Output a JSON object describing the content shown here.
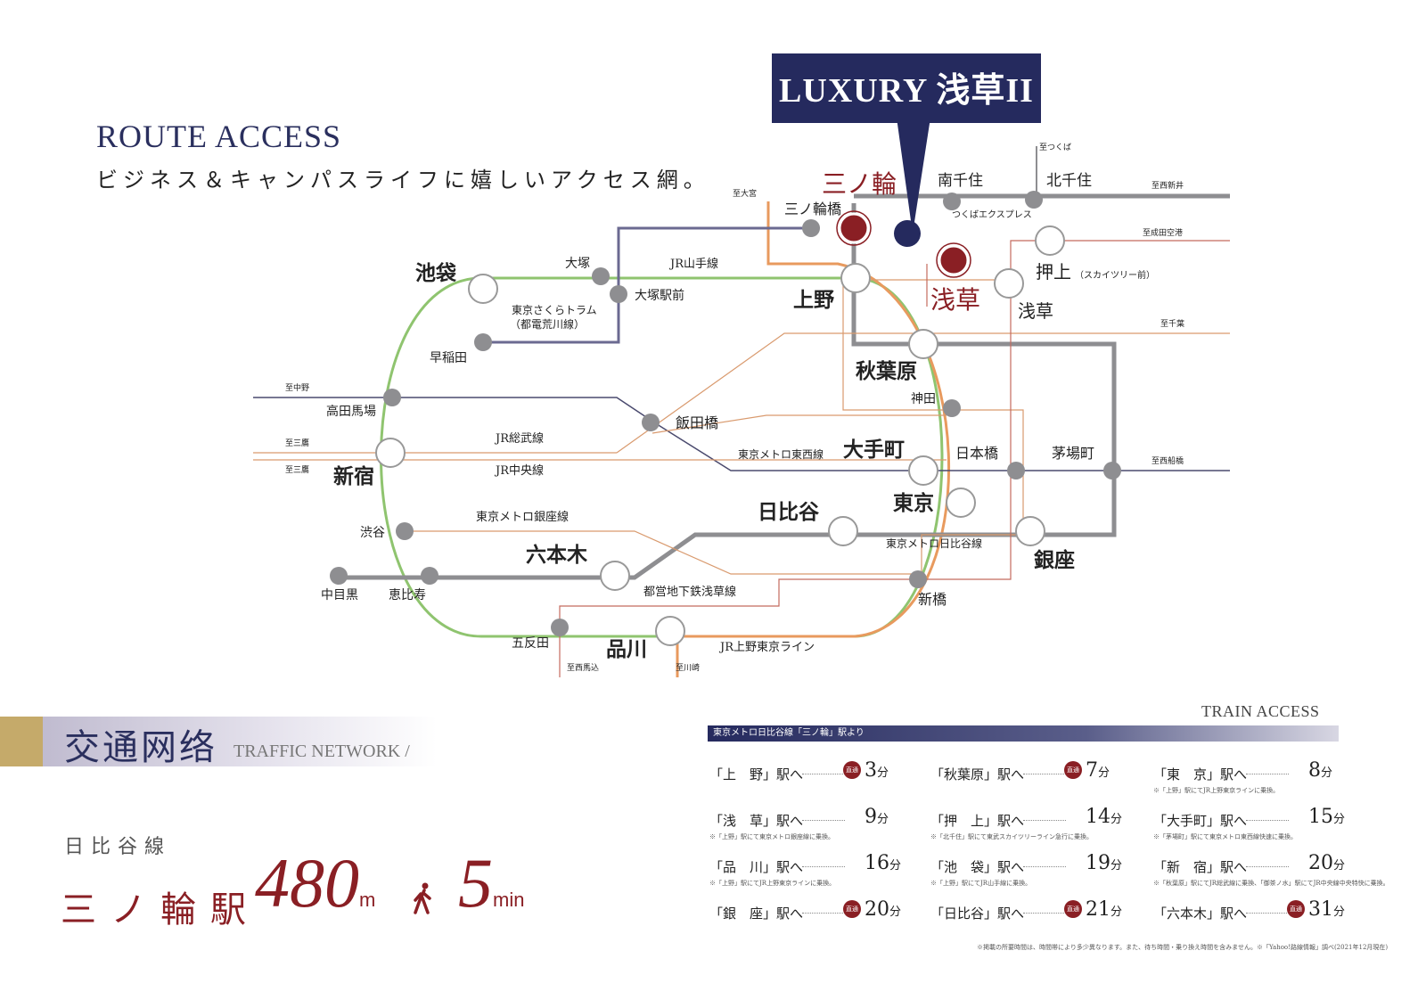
{
  "header": {
    "title": "ROUTE ACCESS",
    "subtitle": "ビジネス＆キャンパスライフに嬉しいアクセス網。"
  },
  "property": {
    "name": "LUXURY 浅草II"
  },
  "map": {
    "colors": {
      "yamanote": "#8fc46f",
      "hibiya": "#8e8e91",
      "asakusa_line": "#b23a33",
      "ueno_tokyo": "#e89a5e",
      "sakura": "#6b6a91",
      "tozai": "#4a4a6e",
      "tsukuba": "#8e8e91",
      "chuo": "#d99a6e",
      "ginza": "#d99a6e",
      "skytree": "#c46a5e",
      "highlight": "#8a1f24"
    },
    "stations": {
      "minowa": "三ノ輪",
      "minowabashi": "三ノ輪橋",
      "minamisenju": "南千住",
      "kitasenju": "北千住",
      "ikebukuro": "池袋",
      "otsuka": "大塚",
      "otsukaekimae": "大塚駅前",
      "waseda": "早稲田",
      "ueno": "上野",
      "asakusa_red": "浅草",
      "asakusa": "浅草",
      "oshiage": "押上",
      "oshiage_sub": "（スカイツリー前）",
      "akihabara": "秋葉原",
      "kanda": "神田",
      "takadanobaba": "高田馬場",
      "iidabashi": "飯田橋",
      "shinjuku": "新宿",
      "otemachi": "大手町",
      "nihonbashi": "日本橋",
      "kayabacho": "茅場町",
      "tokyo": "東京",
      "hibiya": "日比谷",
      "ginza": "銀座",
      "shibuya": "渋谷",
      "roppongi": "六本木",
      "nakameguro": "中目黒",
      "ebisu": "恵比寿",
      "shinbashi": "新橋",
      "gotanda": "五反田",
      "shinagawa": "品川"
    },
    "lines": {
      "jr_yamanote": "JR山手線",
      "sakura_tram": "東京さくらトラム",
      "sakura_tram_sub": "（都電荒川線）",
      "tsukuba_express": "つくばエクスプレス",
      "jr_sobu": "JR総武線",
      "jr_chuo": "JR中央線",
      "tozai": "東京メトロ東西線",
      "ginza_line": "東京メトロ銀座線",
      "hibiya_line": "東京メトロ日比谷線",
      "asakusa_line": "都営地下鉄浅草線",
      "ueno_tokyo": "JR上野東京ライン"
    },
    "directions": {
      "tsukuba": "至つくば",
      "nishiarai": "至西新井",
      "omiya": "至大宮",
      "narita": "至成田空港",
      "chiba": "至千葉",
      "nakano": "至中野",
      "mitaka1": "至三鷹",
      "mitaka2": "至三鷹",
      "nishifunabashi": "至西船橋",
      "nishimagome": "至西馬込",
      "kawasaki": "至川崎"
    }
  },
  "traffic": {
    "section_ja": "交通网络",
    "section_en": "TRAFFIC NETWORK /",
    "line_name": "日比谷線",
    "station": "三ノ輪駅",
    "distance": "480",
    "distance_unit": "m",
    "walk_minutes": "5",
    "walk_unit": "min"
  },
  "train_access": {
    "title": "TRAIN ACCESS",
    "from_label": "東京メトロ日比谷線「三ノ輪」駅より",
    "badge_text": "直通",
    "rows": [
      {
        "name": "「上　野」駅へ",
        "time": "3",
        "unit": "分",
        "note": "",
        "direct": true
      },
      {
        "name": "「秋葉原」駅へ",
        "time": "7",
        "unit": "分",
        "note": "",
        "direct": true
      },
      {
        "name": "「東　京」駅へ",
        "time": "8",
        "unit": "分",
        "note": "※「上野」駅にてJR上野東京ラインに乗換。",
        "direct": false
      },
      {
        "name": "「浅　草」駅へ",
        "time": "9",
        "unit": "分",
        "note": "※「上野」駅にて東京メトロ銀座線に乗換。",
        "direct": false
      },
      {
        "name": "「押　上」駅へ",
        "time": "14",
        "unit": "分",
        "note": "※「北千住」駅にて東武スカイツリーライン急行に乗換。",
        "direct": false
      },
      {
        "name": "「大手町」駅へ",
        "time": "15",
        "unit": "分",
        "note": "※「茅場町」駅にて東京メトロ東西線快速に乗換。",
        "direct": false
      },
      {
        "name": "「品　川」駅へ",
        "time": "16",
        "unit": "分",
        "note": "※「上野」駅にてJR上野東京ラインに乗換。",
        "direct": false
      },
      {
        "name": "「池　袋」駅へ",
        "time": "19",
        "unit": "分",
        "note": "※「上野」駅にてJR山手線に乗換。",
        "direct": false
      },
      {
        "name": "「新　宿」駅へ",
        "time": "20",
        "unit": "分",
        "note": "※「秋葉原」駅にてJR総武線に乗換、「御茶ノ水」駅にてJR中央線中央特快に乗換。",
        "direct": false
      },
      {
        "name": "「銀　座」駅へ",
        "time": "20",
        "unit": "分",
        "note": "",
        "direct": true
      },
      {
        "name": "「日比谷」駅へ",
        "time": "21",
        "unit": "分",
        "note": "",
        "direct": true
      },
      {
        "name": "「六本木」駅へ",
        "time": "31",
        "unit": "分",
        "note": "",
        "direct": true
      }
    ],
    "footnote": "※掲載の所要時間は、時間帯により多少異なります。また、待ち時間・乗り換え時間を含みません。※「Yahoo!路線情報」調べ(2021年12月現在)"
  }
}
